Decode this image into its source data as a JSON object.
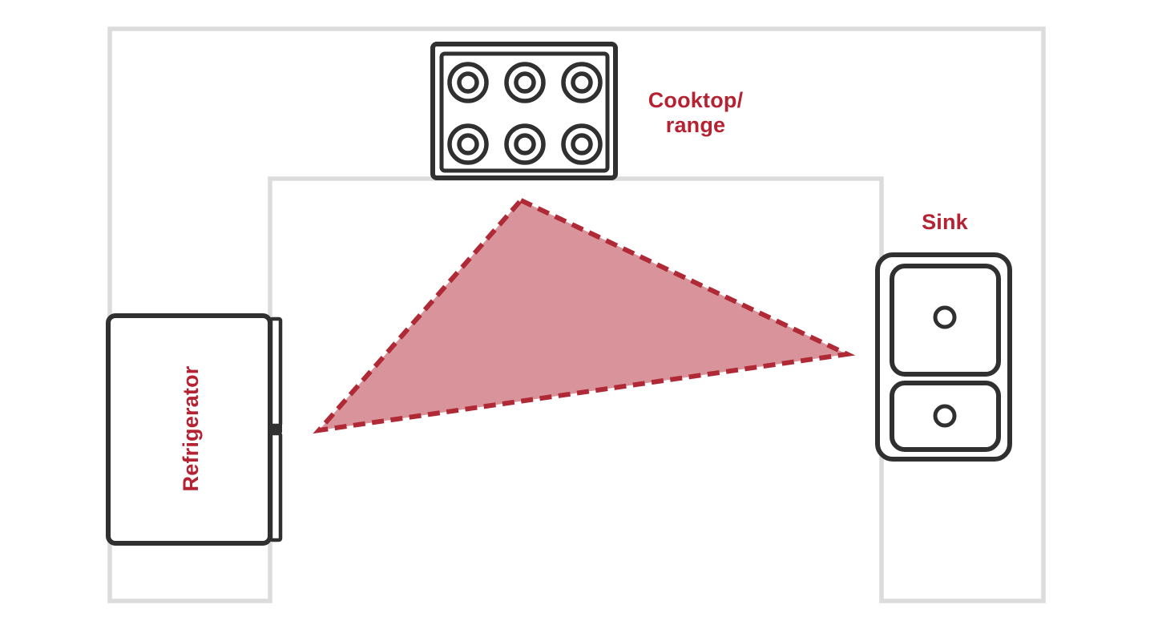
{
  "diagram": {
    "name": "kitchen-work-triangle",
    "labels": {
      "cooktop_line1": "Cooktop/",
      "cooktop_line2": "range",
      "sink": "Sink",
      "refrigerator": "Refrigerator"
    },
    "icons": {
      "cooktop": "cooktop-icon",
      "sink": "sink-icon",
      "refrigerator": "refrigerator-icon"
    },
    "colors": {
      "accent": "#b52333",
      "triangle_fill": "#d9939a",
      "triangle_stroke": "#b02936",
      "counter_outline": "#dcdcdc",
      "appliance_stroke": "#303030",
      "background": "#ffffff"
    }
  }
}
